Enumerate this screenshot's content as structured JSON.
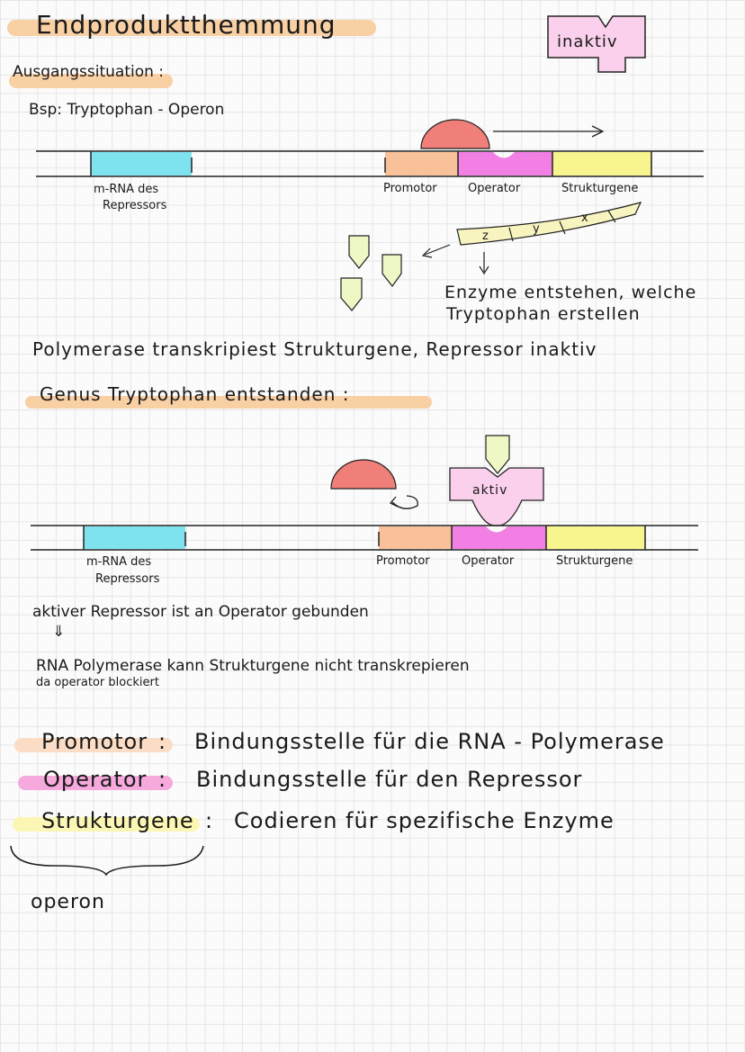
{
  "title": "Endproduktthemmung",
  "inactive_box": "inaktiv",
  "section1": {
    "heading": "Ausgangssituation :",
    "example": "Bsp:  Tryptophan - Operon",
    "labels": {
      "mrna_line1": "m-RNA des",
      "mrna_line2": "Repressors",
      "promoter": "Promotor",
      "operator": "Operator",
      "structural": "Strukturgene"
    },
    "genes": [
      "z",
      "y",
      "x"
    ],
    "enzymes_line1": "Enzyme entstehen, welche",
    "enzymes_line2": "Tryptophan erstellen",
    "summary": "Polymerase transkripiest Strukturgene, Repressor inaktiv"
  },
  "section2": {
    "heading": "Genus Tryptophan entstanden :",
    "active_box": "aktiv",
    "labels": {
      "mrna_line1": "m-RNA des",
      "mrna_line2": "Repressors",
      "promoter": "Promotor",
      "operator": "Operator",
      "structural": "Strukturgene"
    },
    "bound": "aktiver  Repressor  ist an  Operator  gebunden",
    "arrow": "⇓",
    "blocked_line1": "RNA Polymerase  kann  Strukturgene  nicht transkrepieren",
    "blocked_line2": "da operator blockiert"
  },
  "definitions": [
    {
      "term": "Promotor",
      "sep": ":",
      "text": "Bindungsstelle für  die RNA - Polymerase",
      "color": "#fbdcc4"
    },
    {
      "term": "Operator",
      "sep": ":",
      "text": "Bindungsstelle für  den  Repressor",
      "color": "#f6a9dc"
    },
    {
      "term": "Strukturgene",
      "sep": ":",
      "text": "Codieren für  spezifische  Enzyme",
      "color": "#fbf6b4"
    }
  ],
  "operon_label": "operon",
  "colors": {
    "mrna": "#7ee3ef",
    "promoter": "#f8c19a",
    "operator": "#f27fe4",
    "structural": "#f8f48e",
    "repressor": "#f07f7a",
    "inactive": "#fad0ec",
    "tryptophan": "#eef8c4",
    "heading_highlight": "#f9cfa4"
  }
}
